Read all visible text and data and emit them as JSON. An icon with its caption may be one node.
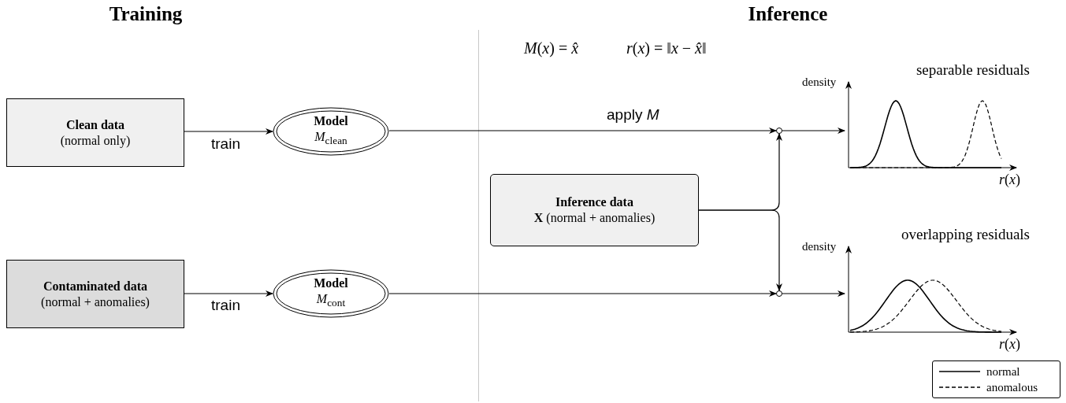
{
  "diagram": {
    "nodes": [
      {
        "text": [
          "Clean data",
          "(normal only)"
        ]
      },
      {
        "text": [
          "Model",
          "*M*$_{clean}$"
        ]
      },
      {
        "text": [
          "Contaminated data",
          "(normal + anomalies)"
        ]
      },
      {
        "text": [
          "Model",
          "*M*$_{cont}$"
        ]
      },
      {
        "text": [
          "Inference data",
          "**X** (normal + anomalies)"
        ]
      },
      {
        "text": [],
        "shape": "circle"
      },
      {
        "text": [],
        "shape": "circle"
      },
      {
        "text": [
          "separable residuals"
        ],
        "beside": [
          "density",
          "*r*(*x*)"
        ]
      },
      {
        "text": [
          "overlapping residuals"
        ],
        "beside": [
          "density",
          "*r*(*x*)"
        ]
      }
    ],
    "edges": [
      {
        "from": 0,
        "to": 1,
        "arrow": "to",
        "label": "train"
      },
      {
        "from": 2,
        "to": 3,
        "arrow": "to",
        "label": "train"
      },
      {
        "from": 1,
        "to": 5,
        "arrow": "to",
        "label": "apply *M*"
      },
      {
        "from": 3,
        "to": 6,
        "arrow": "to"
      },
      {
        "from": 4,
        "to": 5,
        "arrow": "to"
      },
      {
        "from": 4,
        "to": 6,
        "arrow": "to"
      },
      {
        "from": 5,
        "to": 7,
        "arrow": "to"
      },
      {
        "from": 6,
        "to": 8,
        "arrow": "to"
      }
    ],
    "labels": [
      "Training",
      "Inference",
      "*M*(*x*) = *x̂*",
      "*r*(*x*) = ‖*x* − *x̂*‖"
    ],
    "legend": [
      {
        "text": "normal"
      },
      {
        "text": "anomalous"
      }
    ]
  }
}
